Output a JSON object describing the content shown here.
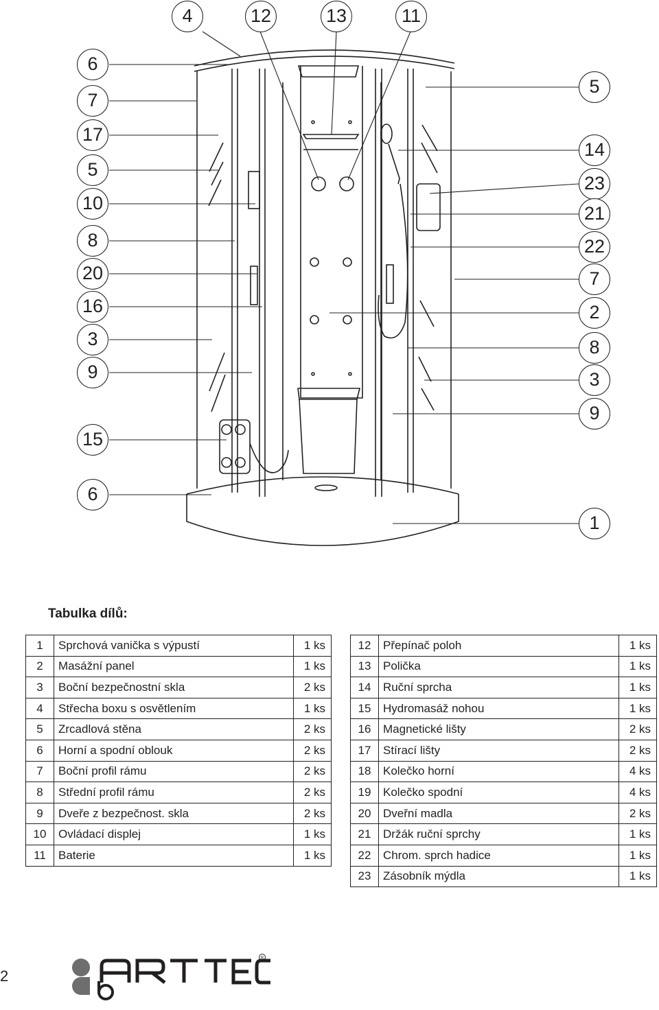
{
  "callouts": [
    {
      "id": "c-4",
      "label": "4"
    },
    {
      "id": "c-12",
      "label": "12"
    },
    {
      "id": "c-13",
      "label": "13"
    },
    {
      "id": "c-11",
      "label": "11"
    },
    {
      "id": "l-6a",
      "label": "6"
    },
    {
      "id": "l-7",
      "label": "7"
    },
    {
      "id": "l-17",
      "label": "17"
    },
    {
      "id": "l-5",
      "label": "5"
    },
    {
      "id": "l-10",
      "label": "10"
    },
    {
      "id": "l-8",
      "label": "8"
    },
    {
      "id": "l-20",
      "label": "20"
    },
    {
      "id": "l-16",
      "label": "16"
    },
    {
      "id": "l-3",
      "label": "3"
    },
    {
      "id": "l-9",
      "label": "9"
    },
    {
      "id": "l-15",
      "label": "15"
    },
    {
      "id": "l-6b",
      "label": "6"
    },
    {
      "id": "r-5",
      "label": "5"
    },
    {
      "id": "r-14",
      "label": "14"
    },
    {
      "id": "r-23",
      "label": "23"
    },
    {
      "id": "r-21",
      "label": "21"
    },
    {
      "id": "r-22",
      "label": "22"
    },
    {
      "id": "r-7",
      "label": "7"
    },
    {
      "id": "r-2",
      "label": "2"
    },
    {
      "id": "r-8",
      "label": "8"
    },
    {
      "id": "r-3",
      "label": "3"
    },
    {
      "id": "r-9",
      "label": "9"
    },
    {
      "id": "r-1",
      "label": "1"
    }
  ],
  "parts_title": "Tabulka dílů:",
  "parts_left": [
    {
      "no": "1",
      "name": "Sprchová vanička s výpustí",
      "qty": "1 ks"
    },
    {
      "no": "2",
      "name": "Masážní panel",
      "qty": "1 ks"
    },
    {
      "no": "3",
      "name": "Boční bezpečnostní skla",
      "qty": "2 ks"
    },
    {
      "no": "4",
      "name": "Střecha boxu s osvětlením",
      "qty": "1 ks"
    },
    {
      "no": "5",
      "name": "Zrcadlová stěna",
      "qty": "2 ks"
    },
    {
      "no": "6",
      "name": "Horní a spodní oblouk",
      "qty": "2 ks"
    },
    {
      "no": "7",
      "name": "Boční profil rámu",
      "qty": "2 ks"
    },
    {
      "no": "8",
      "name": "Střední profil rámu",
      "qty": "2 ks"
    },
    {
      "no": "9",
      "name": "Dveře z bezpečnost. skla",
      "qty": "2 ks"
    },
    {
      "no": "10",
      "name": "Ovládací displej",
      "qty": "1 ks"
    },
    {
      "no": "11",
      "name": "Baterie",
      "qty": "1 ks"
    }
  ],
  "parts_right": [
    {
      "no": "12",
      "name": "Přepínač poloh",
      "qty": "1 ks"
    },
    {
      "no": "13",
      "name": "Polička",
      "qty": "1 ks"
    },
    {
      "no": "14",
      "name": "Ruční sprcha",
      "qty": "1 ks"
    },
    {
      "no": "15",
      "name": "Hydromasáž nohou",
      "qty": "1 ks"
    },
    {
      "no": "16",
      "name": "Magnetické lišty",
      "qty": "2 ks"
    },
    {
      "no": "17",
      "name": "Stírací lišty",
      "qty": "2 ks"
    },
    {
      "no": "18",
      "name": "Kolečko horní",
      "qty": "4 ks"
    },
    {
      "no": "19",
      "name": "Kolečko spodní",
      "qty": "4 ks"
    },
    {
      "no": "20",
      "name": "Dveřní madla",
      "qty": "2 ks"
    },
    {
      "no": "21",
      "name": "Držák ruční sprchy",
      "qty": "1 ks"
    },
    {
      "no": "22",
      "name": "Chrom. sprch hadice",
      "qty": "1 ks"
    },
    {
      "no": "23",
      "name": "Zásobník mýdla",
      "qty": "1 ks"
    }
  ],
  "page_number": "2",
  "logo": {
    "text": "ARTTEC",
    "mark": "®"
  }
}
